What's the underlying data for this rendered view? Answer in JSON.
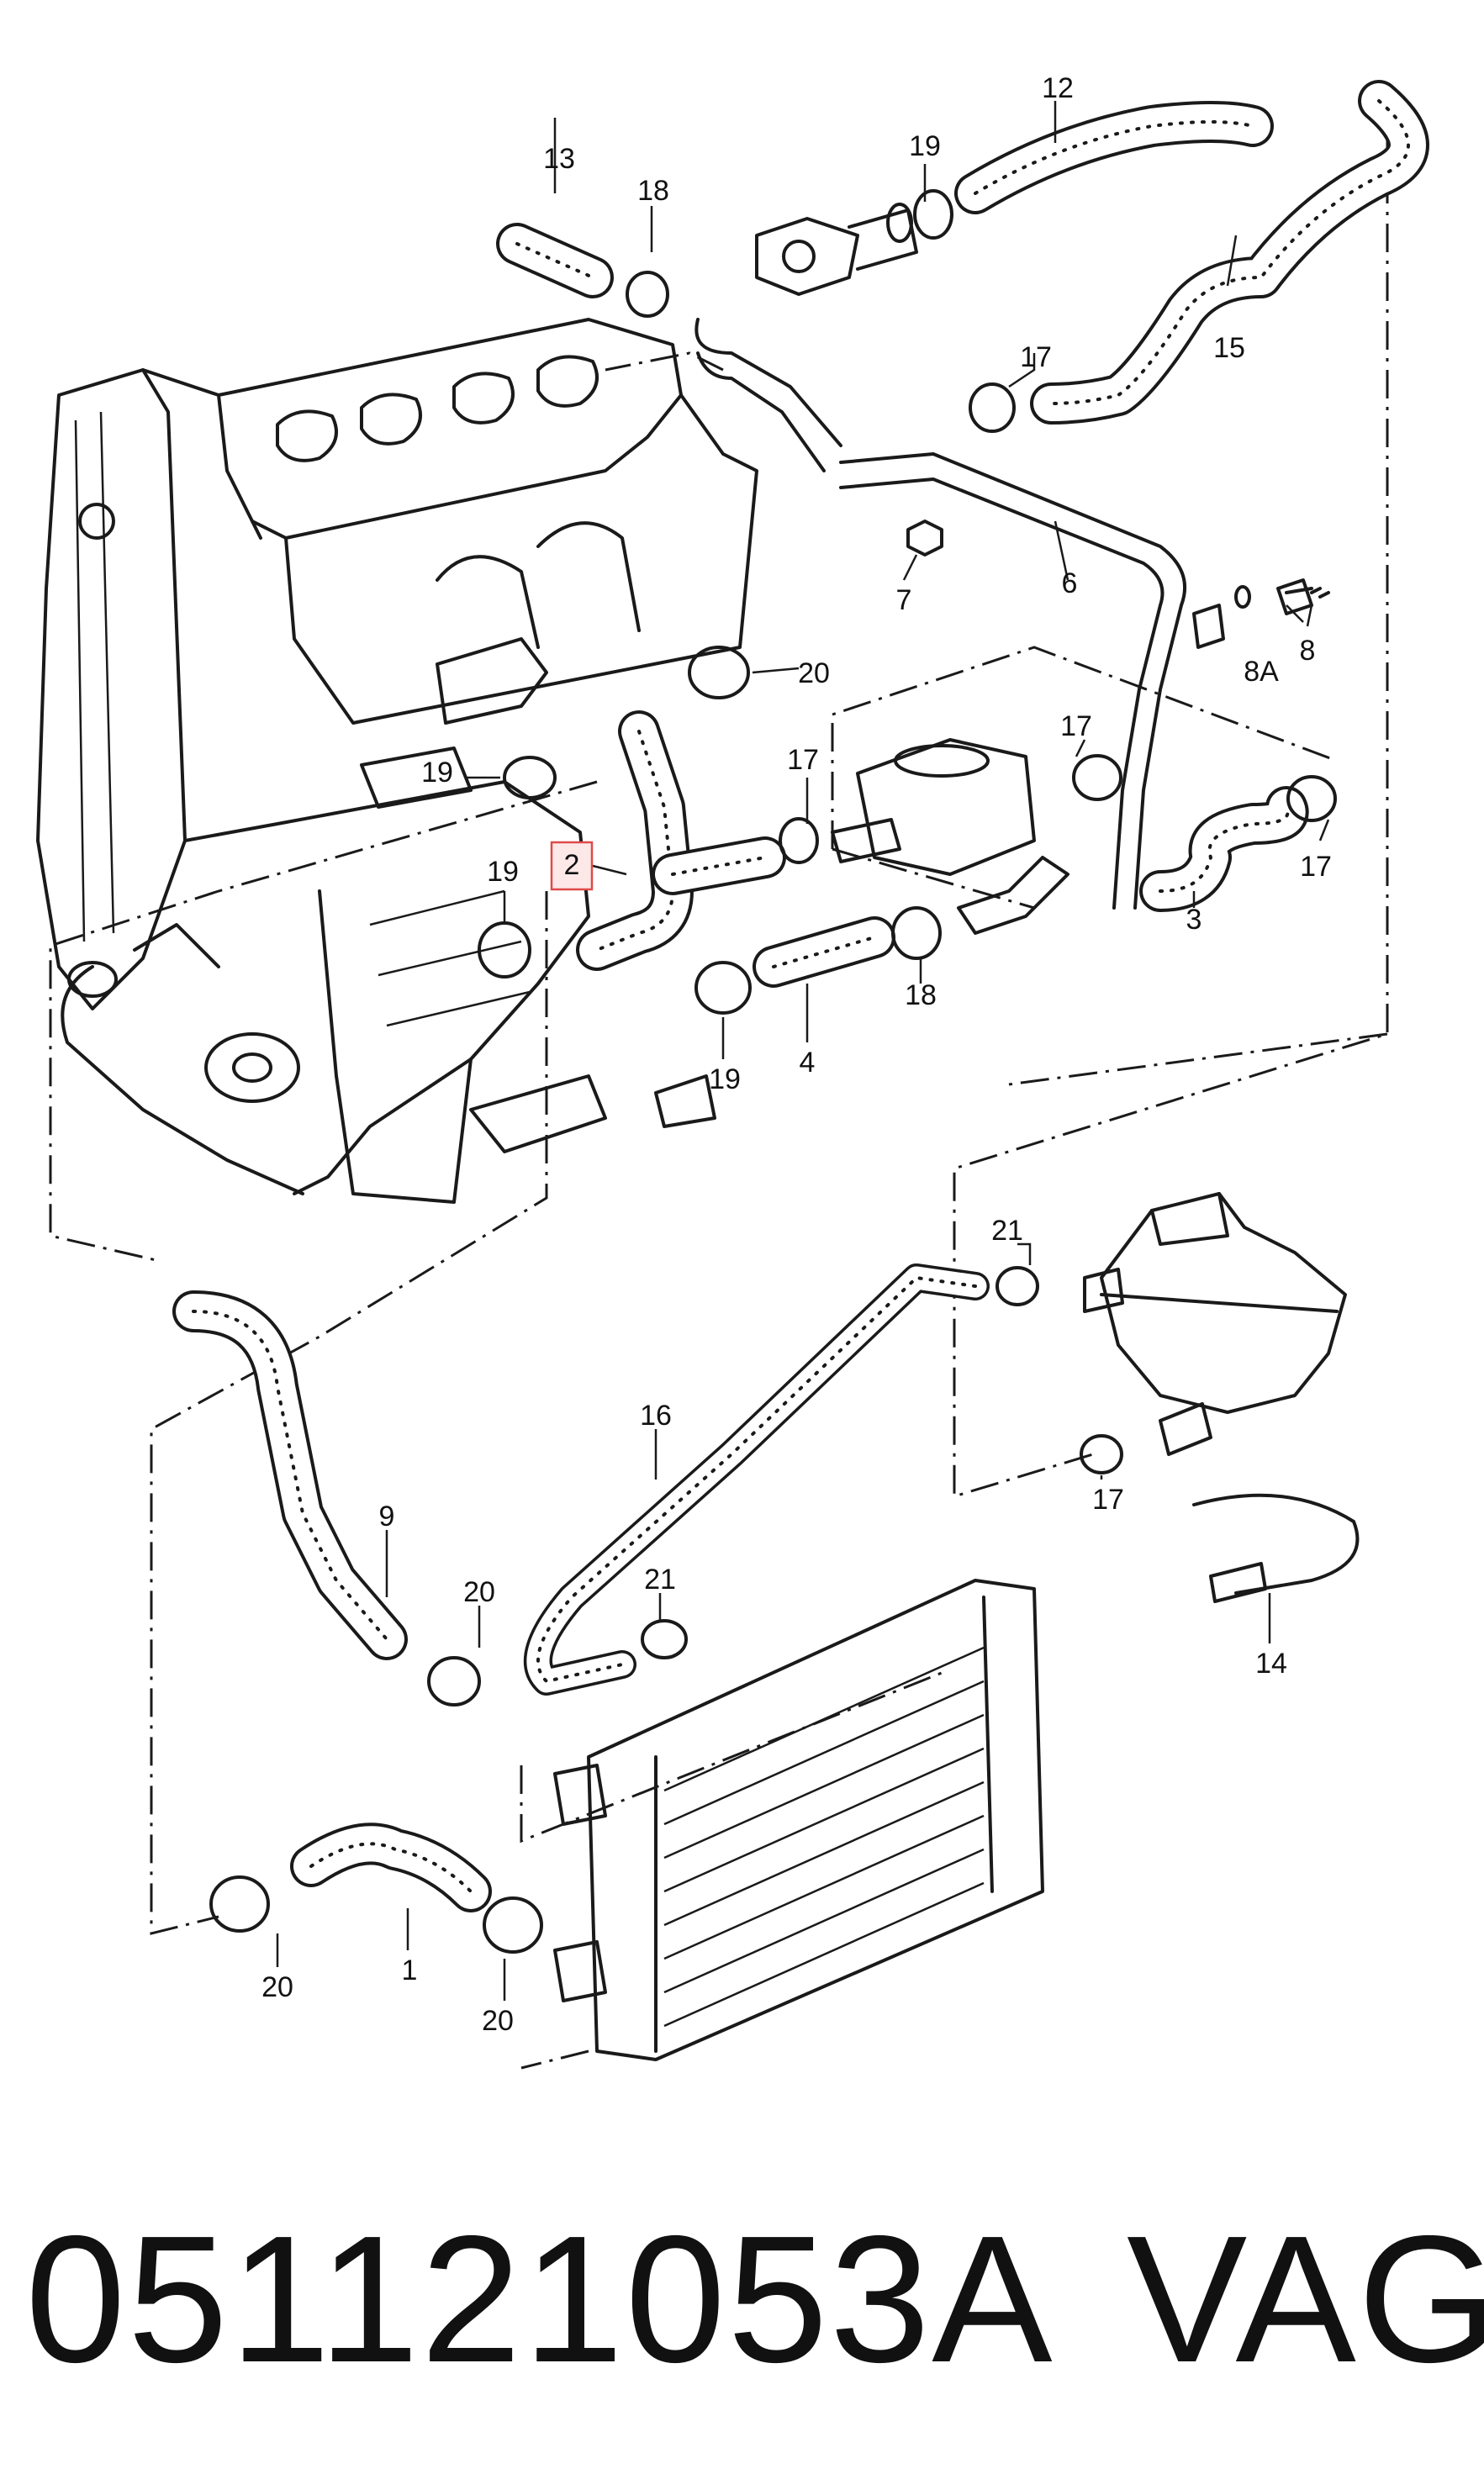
{
  "diagram": {
    "highlighted_callout": "2",
    "callouts": [
      "1",
      "2",
      "3",
      "4",
      "6",
      "7",
      "8",
      "8A",
      "9",
      "12",
      "13",
      "14",
      "15",
      "16",
      "17",
      "18",
      "19",
      "20",
      "21"
    ]
  },
  "footer": {
    "part_number": "051121053A",
    "brand": "VAG"
  },
  "colors": {
    "line": "#1a1a1a",
    "highlight_fill": "#fde8e8",
    "highlight_stroke": "#e04a4a"
  }
}
